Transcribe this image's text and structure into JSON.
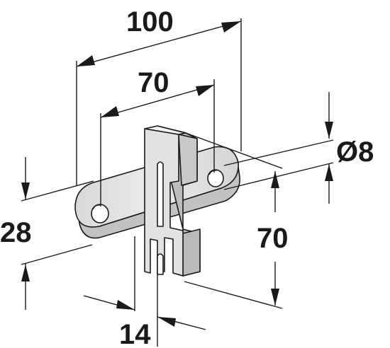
{
  "dimensions": {
    "overall_length": "100",
    "hole_spacing": "70",
    "height": "28",
    "hole_diameter": "Ø8",
    "bracket_height": "70",
    "thickness": "14"
  },
  "colors": {
    "part_light": "#e8e8e8",
    "part_mid": "#cfcfcf",
    "part_dark": "#b5b5b5",
    "line": "#1a1a1a"
  }
}
